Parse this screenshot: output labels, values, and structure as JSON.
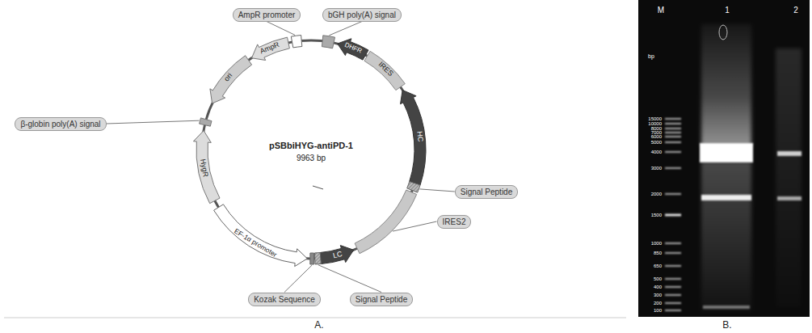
{
  "diagram": {
    "nodes": [
      {
        "text": [
          "AmpR promoter"
        ]
      },
      {
        "text": [
          "bGH poly(A) signal"
        ]
      },
      {
        "text": [
          "β-globin poly(A) signal"
        ]
      },
      {
        "text": [
          "Signal Peptide"
        ]
      },
      {
        "text": [
          "IRES2"
        ]
      },
      {
        "text": [
          "Kozak Sequence"
        ]
      },
      {
        "text": [
          "Signal Peptide"
        ]
      }
    ],
    "labels": [
      "pSBbiHYG-antiPD-1",
      "9963 bp",
      "AmpR",
      "ori",
      "HygR",
      "EF-1α promoter",
      "LC",
      "HC",
      "IRES",
      "DHFR",
      "A.",
      "M",
      "1",
      "2",
      "bp",
      "15000",
      "10000",
      "8000",
      "7000",
      "6000",
      "5000",
      "4000",
      "3000",
      "2000",
      "1500",
      "1000",
      "850",
      "650",
      "500",
      "400",
      "300",
      "200",
      "100",
      "B."
    ]
  }
}
